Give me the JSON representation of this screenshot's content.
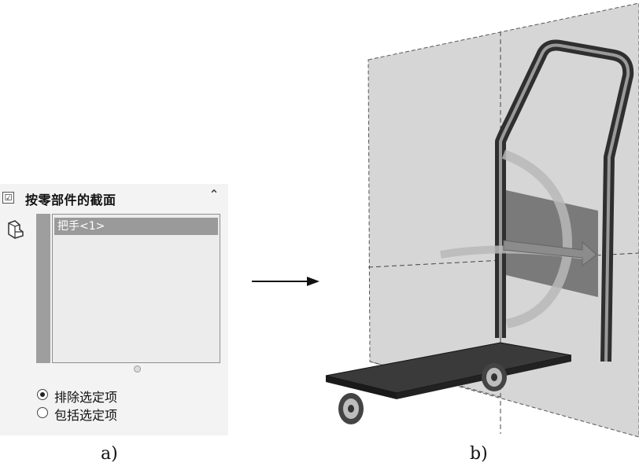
{
  "section_panel": {
    "checkbox_mark": "☑",
    "title": "按零部件的截面",
    "collapse_glyph": "⌃",
    "part_icon": "component-icon",
    "selected_components": [
      "把手<1>"
    ],
    "options": [
      {
        "label": "排除选定项",
        "selected": true
      },
      {
        "label": "包括选定项",
        "selected": false
      }
    ]
  },
  "captions": {
    "a": "a)",
    "b": "b)"
  },
  "figure_arrow": "right-arrow",
  "colors": {
    "plane_fill": "#d6d6d6",
    "cart_dark": "#333333",
    "highlight_band": "#7a7a7a"
  }
}
